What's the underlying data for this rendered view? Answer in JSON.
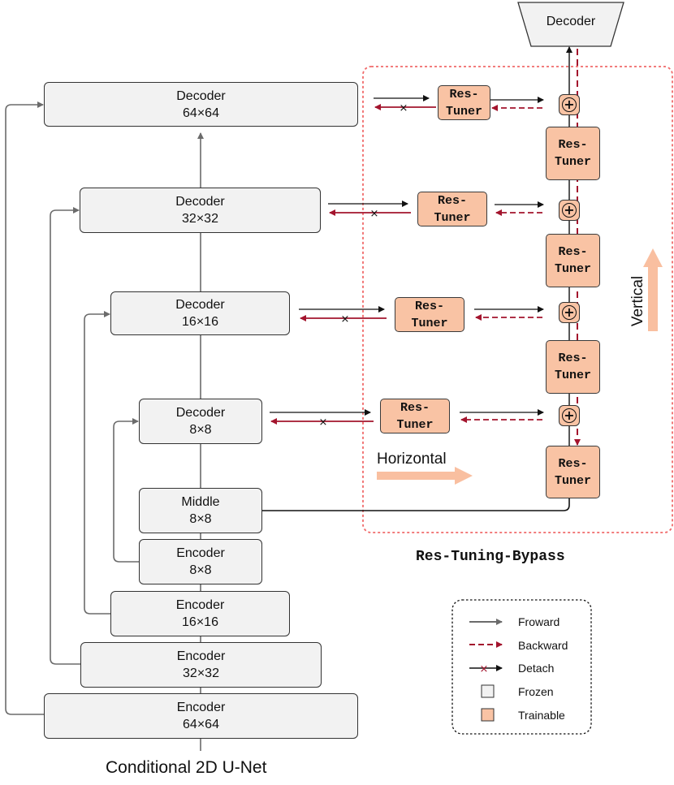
{
  "unet": {
    "caption": "Conditional 2D U-Net",
    "top_decoder": "Decoder",
    "decoders": [
      {
        "name": "Decoder",
        "size": "64×64"
      },
      {
        "name": "Decoder",
        "size": "32×32"
      },
      {
        "name": "Decoder",
        "size": "16×16"
      },
      {
        "name": "Decoder",
        "size": "8×8"
      }
    ],
    "middle": {
      "name": "Middle",
      "size": "8×8"
    },
    "encoders": [
      {
        "name": "Encoder",
        "size": "8×8"
      },
      {
        "name": "Encoder",
        "size": "16×16"
      },
      {
        "name": "Encoder",
        "size": "32×32"
      },
      {
        "name": "Encoder",
        "size": "64×64"
      }
    ]
  },
  "bypass": {
    "title": "Res-Tuning-Bypass",
    "tuner_line1": "Res-",
    "tuner_line2": "Tuner",
    "horizontal_label": "Horizontal",
    "vertical_label": "Vertical"
  },
  "legend": {
    "forward": "Froward",
    "backward": "Backward",
    "detach": "Detach",
    "frozen": "Frozen",
    "trainable": "Trainable"
  },
  "colors": {
    "frozen": "#f2f2f2",
    "trainable": "#f9c3a4",
    "backward": "#a3142d",
    "forward": "#6b6b6b",
    "bypass_border": "#f06a6a",
    "big_arrow": "#f9bfa0"
  }
}
